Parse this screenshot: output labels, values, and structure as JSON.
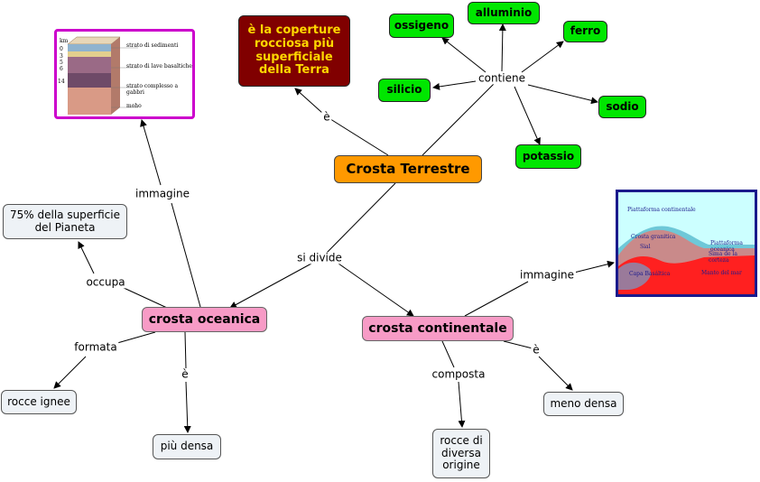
{
  "nodes": {
    "crosta_terrestre": "Crosta Terrestre",
    "definizione": "è la coperture rocciosa più superficiale della Terra",
    "ossigeno": "ossigeno",
    "alluminio": "alluminio",
    "ferro": "ferro",
    "silicio": "silicio",
    "sodio": "sodio",
    "potassio": "potassio",
    "superficie": "75% della superficie del Pianeta",
    "crosta_oceanica": "crosta oceanica",
    "crosta_continentale": "crosta continentale",
    "rocce_ignee": "rocce ignee",
    "piu_densa": "più densa",
    "rocce_origine": "rocce di diversa origine",
    "meno_densa": "meno densa"
  },
  "links": {
    "e1": "è",
    "contiene": "contiene",
    "si_divide": "si divide",
    "immagine1": "immagine",
    "occupa": "occupa",
    "formata": "formata",
    "e2": "è",
    "immagine2": "immagine",
    "composta": "composta",
    "e3": "è"
  },
  "images": {
    "oceanic": {
      "km_label": "km",
      "depth_ticks": [
        "0",
        "3",
        "5",
        "6",
        "14"
      ],
      "layers": [
        "strato di sedimenti",
        "strato di lave basaltiche",
        "strato complesso a gabbri",
        "moho"
      ]
    },
    "continental": {
      "labels": [
        "Piattaforma continentale",
        "Crosta granitica",
        "Sial",
        "Piattaforma oceanica",
        "Sima de la corteza",
        "Capa Basáltica",
        "Manto del mar"
      ]
    }
  },
  "colors": {
    "concept_green": "#00e600",
    "subtopic_pink": "#f79bc6",
    "main_orange": "#ff9900",
    "definition_maroon": "#800000"
  }
}
